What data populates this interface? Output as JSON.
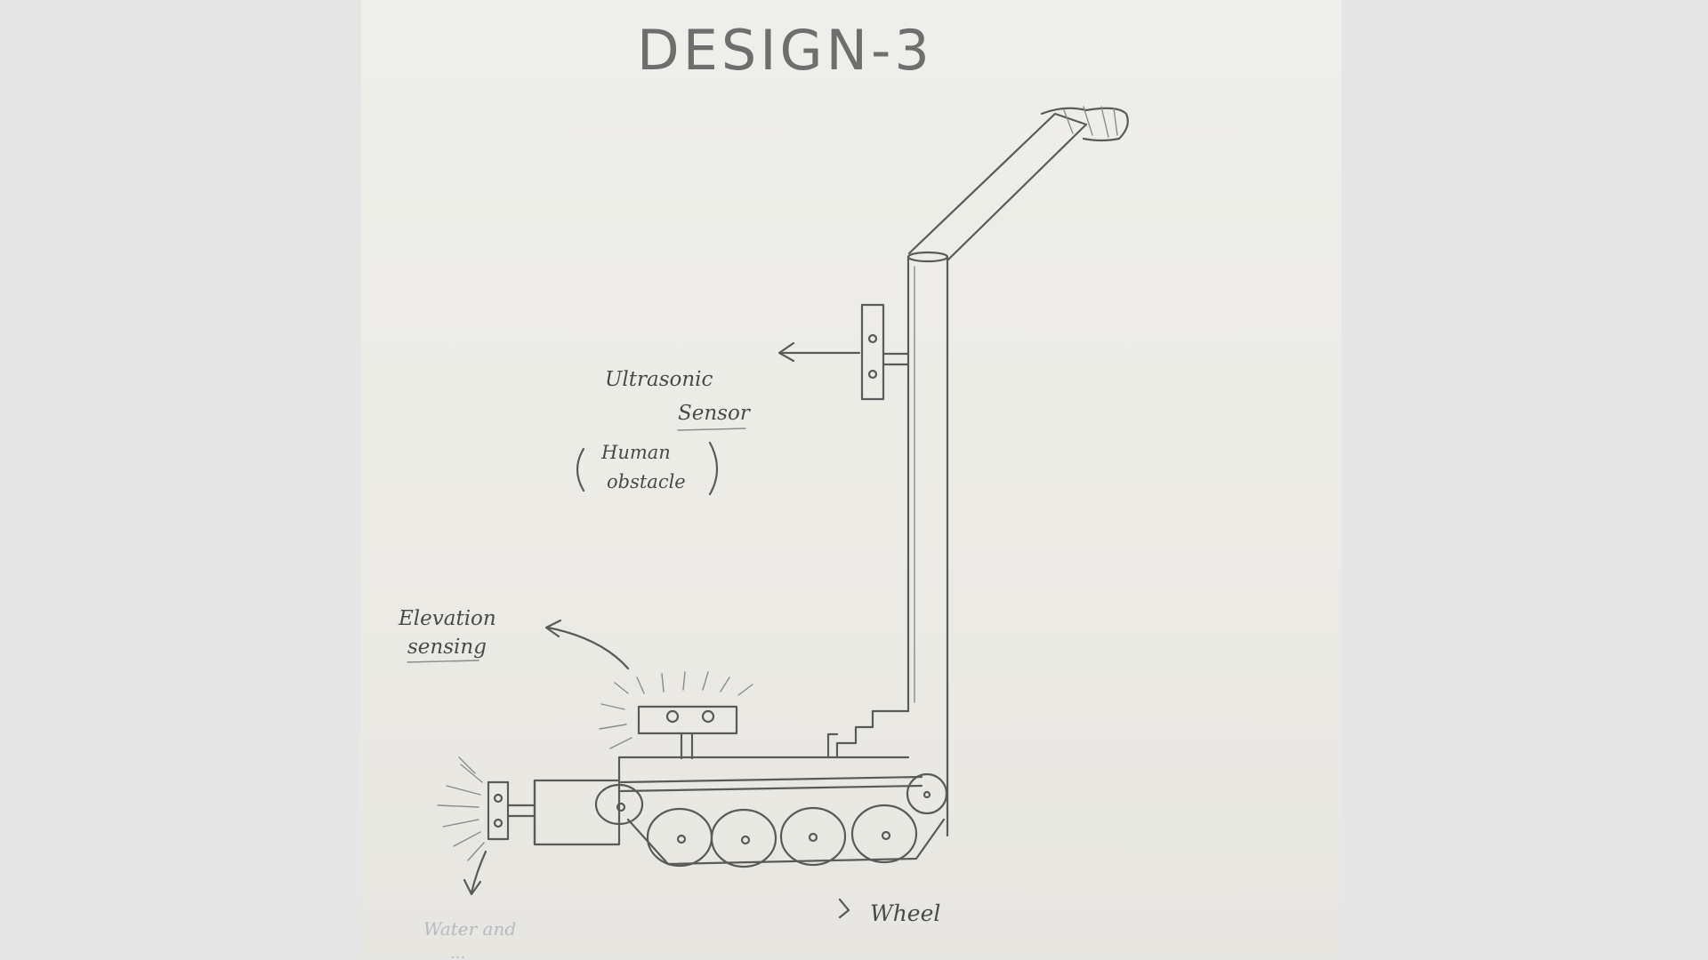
{
  "diagram": {
    "title": "DESIGN-3",
    "labels": {
      "ultrasonic_line1": "Ultrasonic",
      "ultrasonic_line2": "Sensor",
      "human_line1": "Human",
      "human_line2": "obstacle",
      "elevation_line1": "Elevation",
      "elevation_line2": "sensing",
      "wheel": "Wheel",
      "water_line1": "Water and",
      "water_line2": "..."
    },
    "colors": {
      "pencil": "#5a5a5a",
      "paper": "#edece7",
      "background": "#e6e6e6"
    }
  }
}
